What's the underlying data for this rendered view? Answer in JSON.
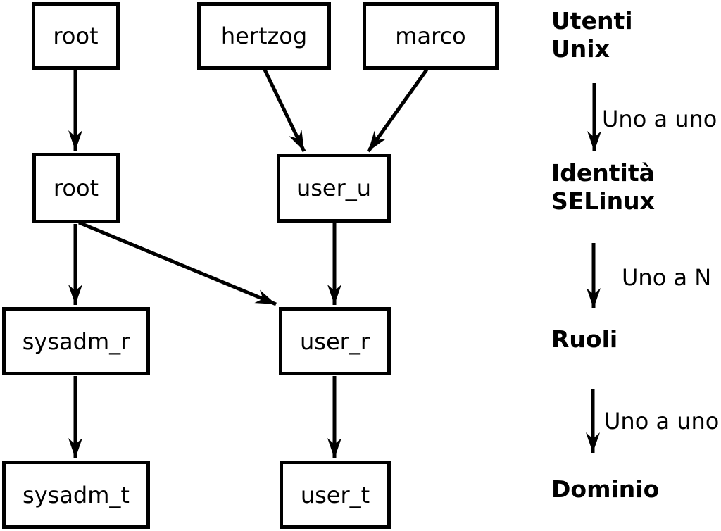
{
  "diagram": {
    "colors": {
      "line": "#000000",
      "background": "#ffffff"
    },
    "nodes": [
      {
        "id": "unix-root",
        "label": "root"
      },
      {
        "id": "unix-hertzog",
        "label": "hertzog"
      },
      {
        "id": "unix-marco",
        "label": "marco"
      },
      {
        "id": "selinux-root",
        "label": "root"
      },
      {
        "id": "selinux-user-u",
        "label": "user_u"
      },
      {
        "id": "role-sysadm-r",
        "label": "sysadm_r"
      },
      {
        "id": "role-user-r",
        "label": "user_r"
      },
      {
        "id": "domain-sysadm-t",
        "label": "sysadm_t"
      },
      {
        "id": "domain-user-t",
        "label": "user_t"
      }
    ],
    "edges": [
      {
        "from": "root (Unix)",
        "to": "root (SELinux)"
      },
      {
        "from": "hertzog",
        "to": "user_u"
      },
      {
        "from": "marco",
        "to": "user_u"
      },
      {
        "from": "root (SELinux)",
        "to": "sysadm_r"
      },
      {
        "from": "root (SELinux)",
        "to": "user_r"
      },
      {
        "from": "user_u",
        "to": "user_r"
      },
      {
        "from": "sysadm_r",
        "to": "sysadm_t"
      },
      {
        "from": "user_r",
        "to": "user_t"
      }
    ],
    "legend": {
      "level1": {
        "line1": "Utenti",
        "line2": "Unix"
      },
      "relation1": "Uno a uno",
      "level2": {
        "line1": "Identità",
        "line2": "SELinux"
      },
      "relation2": "Uno a N",
      "level3": "Ruoli",
      "relation3": "Uno a uno",
      "level4": "Dominio"
    }
  }
}
